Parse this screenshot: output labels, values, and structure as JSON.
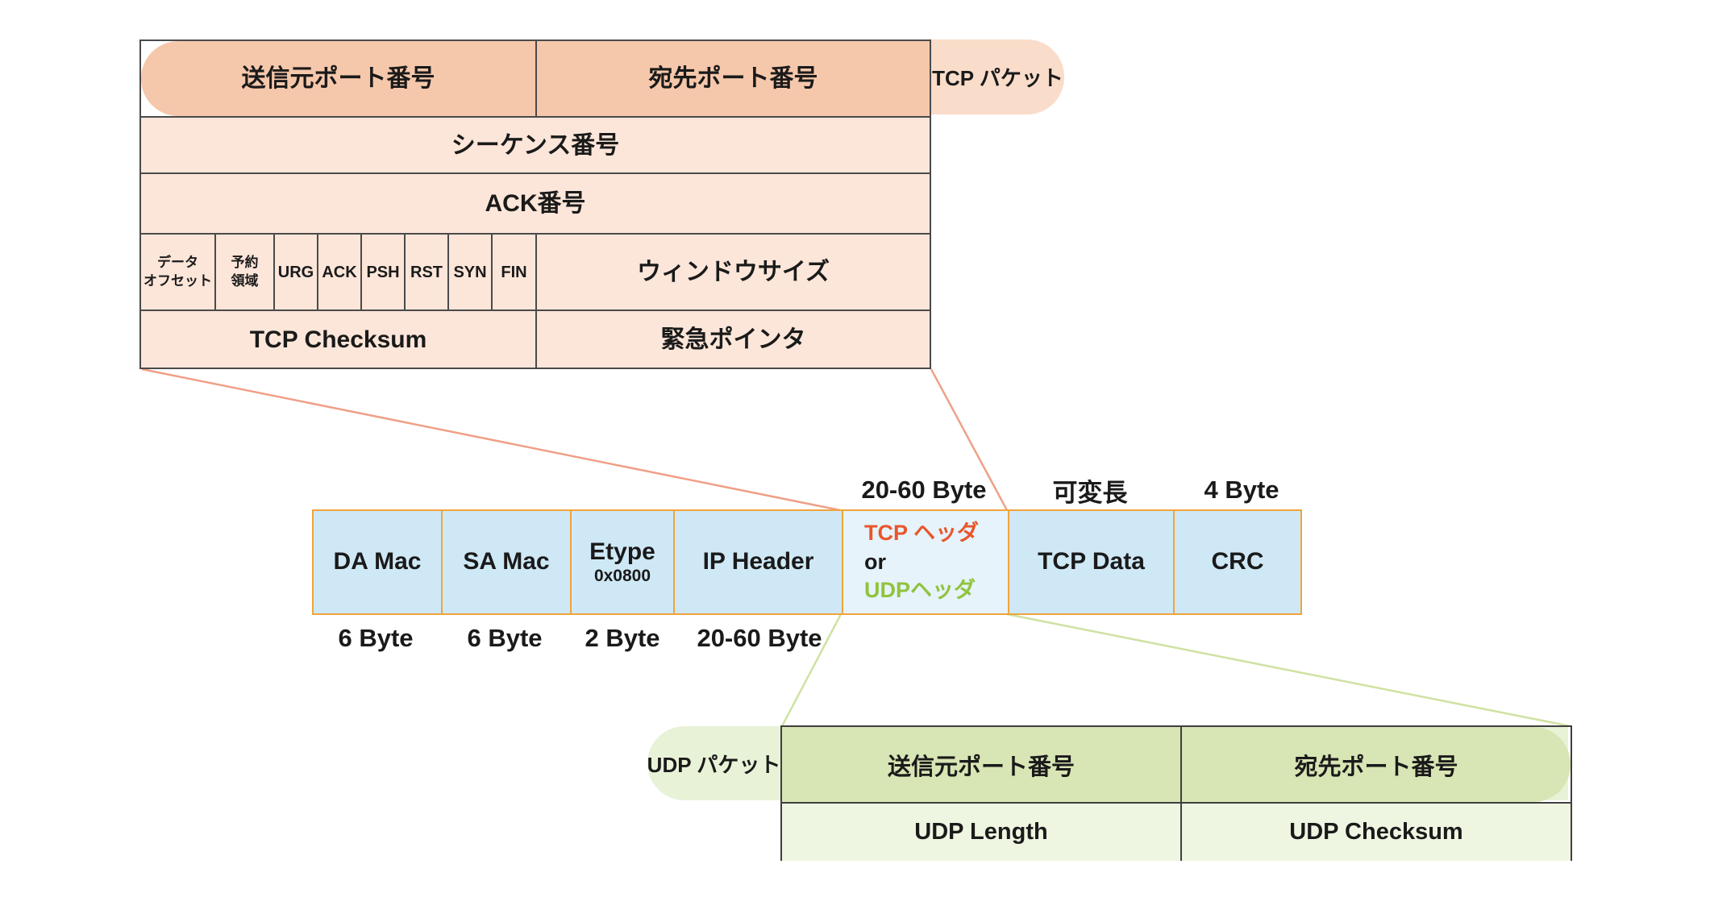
{
  "colors": {
    "text": "#1a1a1a",
    "tcp_header_row_fill": "#f6c8ab",
    "tcp_bubble_fill": "#fadcca",
    "tcp_row_fill": "#fce6d9",
    "frame_cell_fill": "#cfe8f6",
    "frame_header_cell_fill": "#e6f3fb",
    "tcp_text_accent": "#e8562c",
    "udp_text_accent": "#90c33d",
    "udp_header_row_fill": "#d8e5b4",
    "udp_bubble_fill": "#e8f2d7",
    "udp_row_fill": "#eef5e1",
    "tcp_connector_line": "#efa087",
    "udp_connector_line": "#cfe2a2"
  },
  "tcp_packet": {
    "bubble_label": "TCP パケット",
    "row1": [
      "送信元ポート番号",
      "宛先ポート番号"
    ],
    "row2": "シーケンス番号",
    "row3": "ACK番号",
    "row4": [
      "データ\nオフセット",
      "予約\n領域",
      "URG",
      "ACK",
      "PSH",
      "RST",
      "SYN",
      "FIN",
      "ウィンドウサイズ"
    ],
    "row5": [
      "TCP Checksum",
      "緊急ポインタ"
    ]
  },
  "ethernet_frame": {
    "top_labels": [
      "20-60 Byte",
      "可変長",
      "4 Byte"
    ],
    "cells": [
      {
        "label": "DA Mac"
      },
      {
        "label": "SA Mac"
      },
      {
        "label": "Etype",
        "sub": "0x0800"
      },
      {
        "label": "IP Header"
      },
      {
        "lines": [
          "TCP ヘッダ",
          "or",
          "UDPヘッダ"
        ]
      },
      {
        "label": "TCP Data"
      },
      {
        "label": "CRC"
      }
    ],
    "bottom_labels": [
      "6 Byte",
      "6 Byte",
      "2 Byte",
      "20-60 Byte"
    ]
  },
  "udp_packet": {
    "bubble_label": "UDP パケット",
    "row1": [
      "送信元ポート番号",
      "宛先ポート番号"
    ],
    "row2": [
      "UDP Length",
      "UDP Checksum"
    ]
  }
}
